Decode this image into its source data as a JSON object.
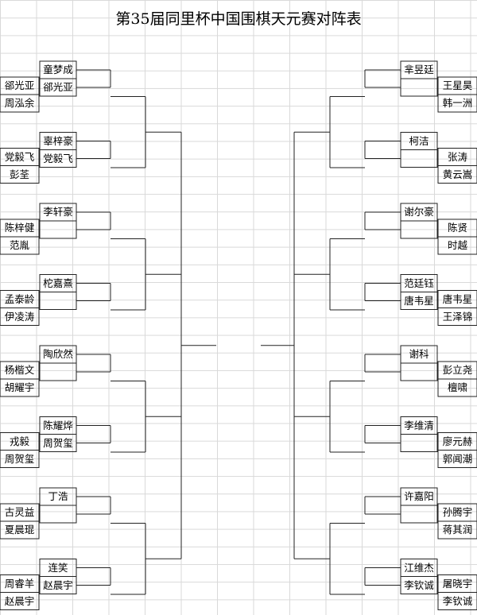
{
  "title": "第35届同里杯中国围棋天元赛对阵表",
  "left": {
    "entrants": [
      [
        "郤光亚",
        "周泓余"
      ],
      [
        "党毅飞",
        "彭荃"
      ],
      [
        "陈梓健",
        "范胤"
      ],
      [
        "孟泰龄",
        "伊凌涛"
      ],
      [
        "杨楷文",
        "胡耀宇"
      ],
      [
        "戎毅",
        "周贺玺"
      ],
      [
        "古灵益",
        "夏晨琨"
      ],
      [
        "周睿羊",
        "赵晨宇"
      ]
    ],
    "seeds": [
      [
        "童梦成",
        "郤光亚"
      ],
      [
        "辜梓豪",
        "党毅飞"
      ],
      [
        "李轩豪",
        ""
      ],
      [
        "柁嘉熹",
        ""
      ],
      [
        "陶欣然",
        ""
      ],
      [
        "陈耀烨",
        "周贺玺"
      ],
      [
        "丁浩",
        ""
      ],
      [
        "连笑",
        "赵晨宇"
      ]
    ]
  },
  "right": {
    "entrants": [
      [
        "王星昊",
        "韩一洲"
      ],
      [
        "张涛",
        "黄云嵩"
      ],
      [
        "陈贤",
        "时越"
      ],
      [
        "唐韦星",
        "王泽锦"
      ],
      [
        "彭立尧",
        "檀啸"
      ],
      [
        "廖元赫",
        "郭闻潮"
      ],
      [
        "孙腾宇",
        "蒋其润"
      ],
      [
        "屠晓宇",
        "李钦诚"
      ]
    ],
    "seeds": [
      [
        "芈昱廷",
        ""
      ],
      [
        "柯洁",
        ""
      ],
      [
        "谢尔豪",
        ""
      ],
      [
        "范廷钰",
        "唐韦星"
      ],
      [
        "谢科",
        ""
      ],
      [
        "李维清",
        ""
      ],
      [
        "许嘉阳",
        ""
      ],
      [
        "江维杰",
        "李钦诚"
      ]
    ]
  }
}
